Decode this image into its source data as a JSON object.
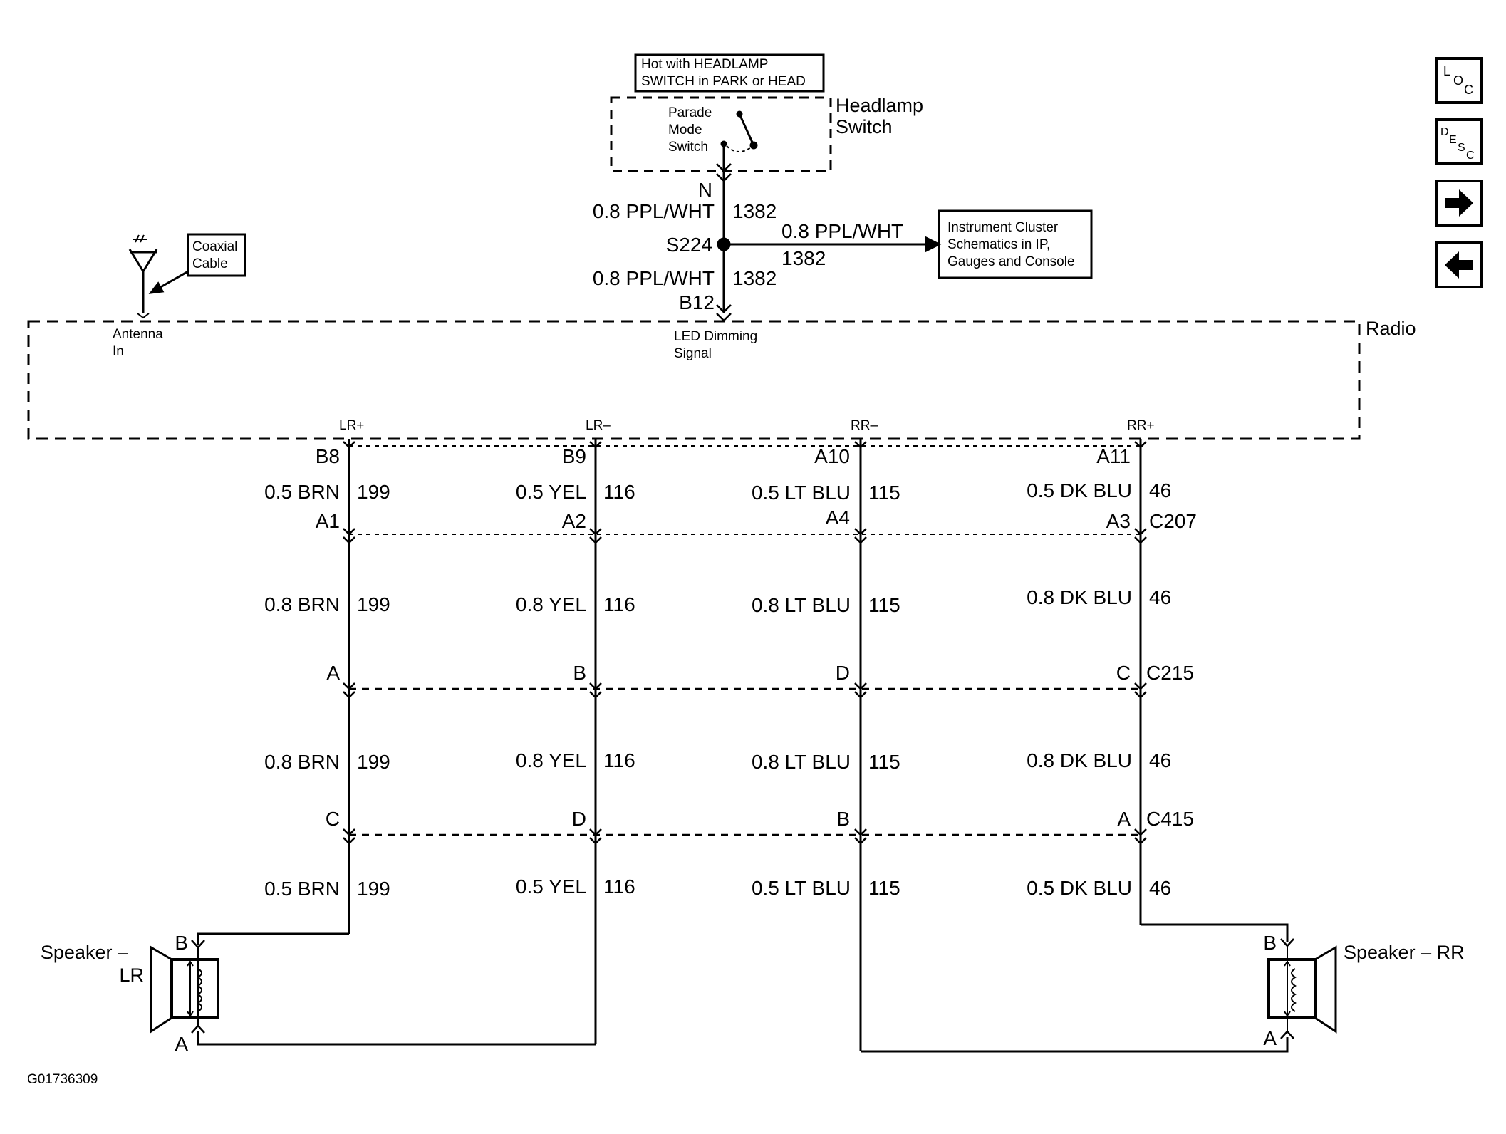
{
  "figure_id": "G01736309",
  "headlamp": {
    "note_line1": "Hot with HEADLAMP",
    "note_line2": "SWITCH in PARK or HEAD",
    "title_line1": "Headlamp",
    "title_line2": "Switch",
    "parade_line1": "Parade",
    "parade_line2": "Mode",
    "parade_line3": "Switch",
    "pin": "N"
  },
  "feed": {
    "wire_top": "0.8 PPL/WHT",
    "circuit_top": "1382",
    "splice": "S224",
    "branch_wire": "0.8 PPL/WHT",
    "branch_circuit": "1382",
    "wire_bottom": "0.8 PPL/WHT",
    "circuit_bottom": "1382",
    "radio_pin": "B12"
  },
  "cluster": {
    "line1": "Instrument Cluster",
    "line2": "Schematics in IP,",
    "line3": "Gauges and Console"
  },
  "antenna": {
    "coax_line1": "Coaxial",
    "coax_line2": "Cable",
    "in_line1": "Antenna",
    "in_line2": "In"
  },
  "radio": {
    "title": "Radio",
    "led_line1": "LED Dimming",
    "led_line2": "Signal"
  },
  "connectors": {
    "c207": "C207",
    "c215": "C215",
    "c415": "C415"
  },
  "channels": [
    {
      "term": "LR+",
      "radio_pin": "B8",
      "w1": "0.5 BRN",
      "c1": "199",
      "pin_c207": "A1",
      "w2": "0.8 BRN",
      "c2": "199",
      "pin_c215": "A",
      "w3": "0.8 BRN",
      "c3": "199",
      "pin_c415": "C",
      "w4": "0.5 BRN",
      "c4": "199"
    },
    {
      "term": "LR–",
      "radio_pin": "B9",
      "w1": "0.5 YEL",
      "c1": "116",
      "pin_c207": "A2",
      "w2": "0.8 YEL",
      "c2": "116",
      "pin_c215": "B",
      "w3": "0.8 YEL",
      "c3": "116",
      "pin_c415": "D",
      "w4": "0.5 YEL",
      "c4": "116"
    },
    {
      "term": "RR–",
      "radio_pin": "A10",
      "w1": "0.5 LT BLU",
      "c1": "115",
      "pin_c207": "A4",
      "w2": "0.8 LT BLU",
      "c2": "115",
      "pin_c215": "D",
      "w3": "0.8 LT BLU",
      "c3": "115",
      "pin_c415": "B",
      "w4": "0.5 LT BLU",
      "c4": "115"
    },
    {
      "term": "RR+",
      "radio_pin": "A11",
      "w1": "0.5 DK BLU",
      "c1": "46",
      "pin_c207": "A3",
      "w2": "0.8 DK BLU",
      "c2": "46",
      "pin_c215": "C",
      "w3": "0.8 DK BLU",
      "c3": "46",
      "pin_c415": "A",
      "w4": "0.5 DK BLU",
      "c4": "46"
    }
  ],
  "speaker_lr": {
    "name_line1": "Speaker –",
    "name_line2": "LR",
    "pin_b": "B",
    "pin_a": "A"
  },
  "speaker_rr": {
    "name": "Speaker – RR",
    "pin_b": "B",
    "pin_a": "A"
  },
  "nav": {
    "loc": {
      "l": "L",
      "o": "O",
      "c": "C"
    },
    "desc": {
      "d": "D",
      "e": "E",
      "s": "S",
      "c": "C"
    }
  }
}
